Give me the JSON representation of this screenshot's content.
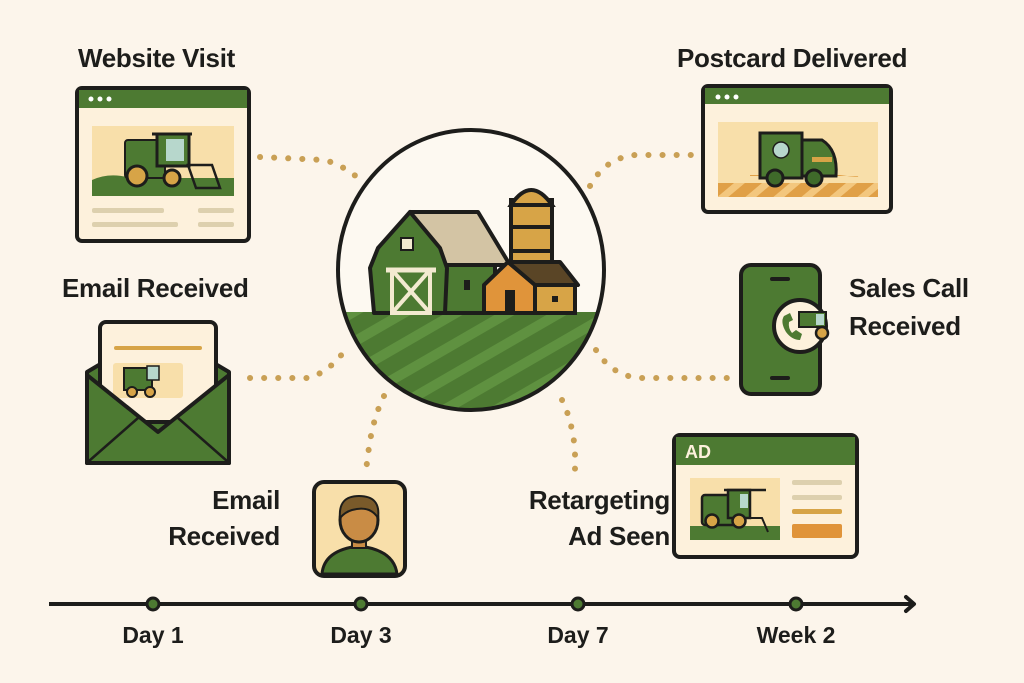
{
  "diagram": {
    "type": "customer-journey-timeline",
    "center": {
      "name": "farm",
      "icon": "farm-barn-silo-icon"
    },
    "touchpoints": [
      {
        "label": "Website Visit",
        "icon": "website-browser-combine-icon"
      },
      {
        "label": "Postcard Delivered",
        "icon": "postcard-truck-icon"
      },
      {
        "label": "Email Received",
        "icon": "envelope-combine-icon"
      },
      {
        "label_line1": "Sales Call",
        "label_line2": "Received",
        "icon": "phone-call-icon"
      },
      {
        "label_line1": "Email",
        "label_line2": "Received",
        "icon": "person-avatar-icon"
      },
      {
        "label_line1": "Retargeting",
        "label_line2": "Ad Seen",
        "icon": "ad-banner-icon",
        "badge": "AD"
      }
    ],
    "timeline": {
      "ticks": [
        "Day 1",
        "Day 3",
        "Day 7",
        "Week 2"
      ]
    }
  },
  "colors": {
    "background": "#fcf5eb",
    "green": "#4d7a32",
    "dark_green": "#3f6a2a",
    "light_green": "#5f9140",
    "gold": "#c9a055",
    "orange": "#e0943a",
    "cream": "#fbeccf",
    "outline": "#1d1d1b"
  }
}
